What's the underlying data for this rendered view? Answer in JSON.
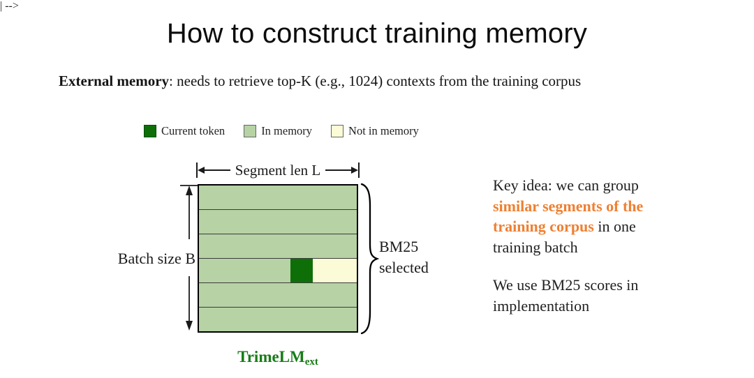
{
  "slide": {
    "title": "How to construct training memory",
    "subtitle_bold": "External memory",
    "subtitle_rest": ": needs to retrieve top-K (e.g., 1024) contexts from the training corpus"
  },
  "legend": {
    "items": [
      {
        "label": "Current token",
        "color": "#0e6f09"
      },
      {
        "label": "In memory",
        "color": "#b7d2a5"
      },
      {
        "label": "Not in memory",
        "color": "#fbfcd7"
      }
    ]
  },
  "diagram": {
    "segment_label": "Segment len L",
    "batch_label": "Batch size B",
    "brace_label": "BM25\nselected",
    "caption_main": "TrimeLM",
    "caption_sub": "ext",
    "grid": {
      "rows": 6,
      "highlighted_row": 4,
      "highlighted_row_cells": [
        "in-memory",
        "current-token",
        "not-in-memory"
      ]
    }
  },
  "right_text": {
    "key_idea_prefix": "Key idea: we can group ",
    "key_idea_highlight": "similar segments of the training corpus",
    "key_idea_suffix": " in one training batch",
    "bm25_note": "We use BM25 scores in implementation"
  },
  "colors": {
    "current_token": "#0e6f09",
    "in_memory": "#b7d2a5",
    "not_in_memory": "#fbfcd7",
    "highlight_orange": "#ee8032",
    "caption_green": "#177d17",
    "text": "#1f1f1f"
  }
}
